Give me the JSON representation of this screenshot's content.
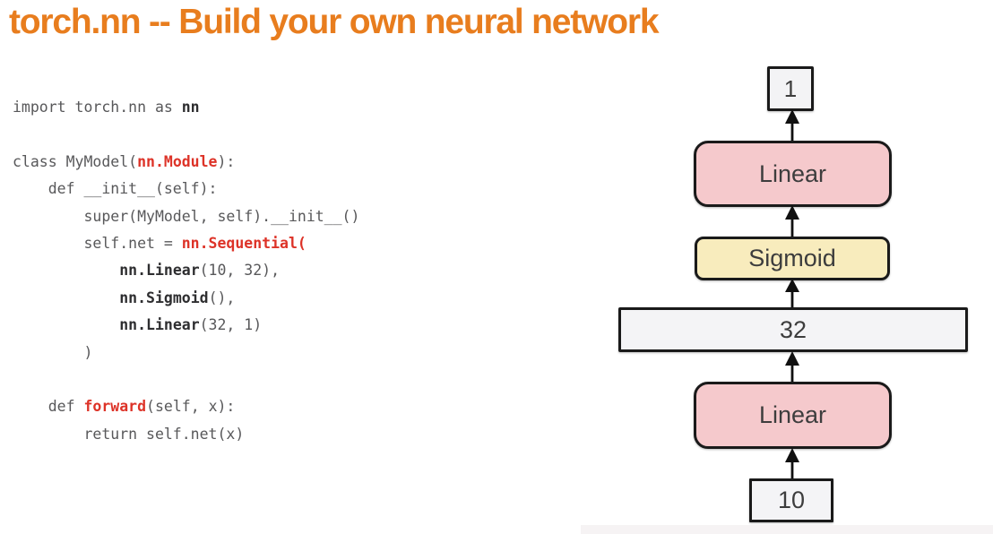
{
  "title": "torch.nn -- Build your own neural network",
  "colors": {
    "title_orange": "#e87d1e",
    "code_plain": "#58585a",
    "code_bold": "#2e2e30",
    "code_red": "#dd3328",
    "linear_fill": "#f5c9cc",
    "sigmoid_fill": "#f8ecbd",
    "tensor_fill": "#f4f4f6",
    "box_border": "#1a1a1a"
  },
  "code": {
    "language": "python",
    "lines": [
      [
        {
          "t": "import torch.nn as ",
          "s": "p"
        },
        {
          "t": "nn",
          "s": "b"
        }
      ],
      [],
      [
        {
          "t": "class MyModel(",
          "s": "p"
        },
        {
          "t": "nn.Module",
          "s": "r"
        },
        {
          "t": "):",
          "s": "p"
        }
      ],
      [
        {
          "t": "    def __init__(self):",
          "s": "p"
        }
      ],
      [
        {
          "t": "        super(MyModel, self).__init__()",
          "s": "p"
        }
      ],
      [
        {
          "t": "        self.net = ",
          "s": "p"
        },
        {
          "t": "nn.Sequential(",
          "s": "r"
        }
      ],
      [
        {
          "t": "            ",
          "s": "p"
        },
        {
          "t": "nn.Linear",
          "s": "b"
        },
        {
          "t": "(10, 32),",
          "s": "p"
        }
      ],
      [
        {
          "t": "            ",
          "s": "p"
        },
        {
          "t": "nn.Sigmoid",
          "s": "b"
        },
        {
          "t": "(),",
          "s": "p"
        }
      ],
      [
        {
          "t": "            ",
          "s": "p"
        },
        {
          "t": "nn.Linear",
          "s": "b"
        },
        {
          "t": "(32, 1)",
          "s": "p"
        }
      ],
      [
        {
          "t": "        )",
          "s": "p"
        }
      ],
      [],
      [
        {
          "t": "    def ",
          "s": "p"
        },
        {
          "t": "forward",
          "s": "r"
        },
        {
          "t": "(self, x):",
          "s": "p"
        }
      ],
      [
        {
          "t": "        return self.net(x)",
          "s": "p"
        }
      ]
    ]
  },
  "diagram": {
    "flow_order_bottom_to_top": [
      "input",
      "linear_bottom",
      "hidden",
      "sigmoid",
      "linear_top",
      "output"
    ],
    "output": {
      "label": "1",
      "type": "tensor-size"
    },
    "linear_top": {
      "label": "Linear",
      "type": "layer"
    },
    "sigmoid": {
      "label": "Sigmoid",
      "type": "activation"
    },
    "hidden": {
      "label": "32",
      "type": "tensor-size"
    },
    "linear_bottom": {
      "label": "Linear",
      "type": "layer"
    },
    "input": {
      "label": "10",
      "type": "tensor-size"
    }
  }
}
